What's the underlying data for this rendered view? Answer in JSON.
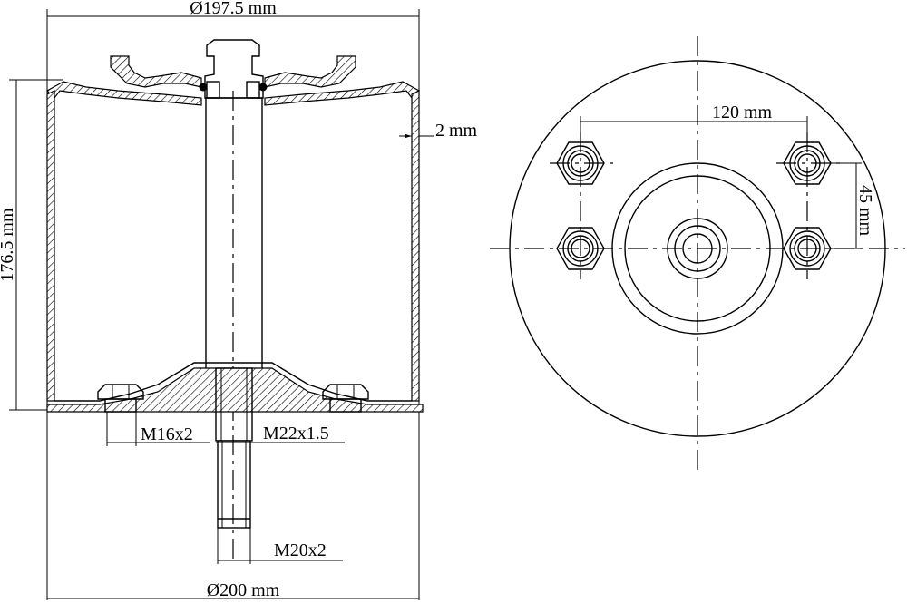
{
  "dimensions": {
    "top_diameter": "Ø197.5 mm",
    "wall_thickness": "2 mm",
    "height": "176.5 mm",
    "bolt_thread": "M16x2",
    "stud_upper_thread": "M22x1.5",
    "stud_lower_thread": "M20x2",
    "base_diameter": "Ø200 mm",
    "bolt_spacing_horizontal": "120 mm",
    "bolt_spacing_vertical": "45 mm"
  }
}
